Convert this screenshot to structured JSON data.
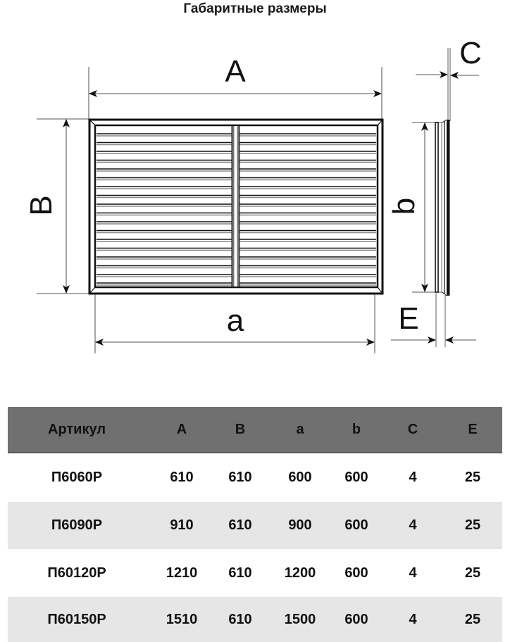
{
  "title": "Габаритные размеры",
  "diagram": {
    "front_view": {
      "labels": {
        "A": "A",
        "B": "B",
        "a": "a"
      },
      "louver_count": 18,
      "has_center_divider": true
    },
    "side_view": {
      "labels": {
        "b": "b",
        "C": "C",
        "E": "E"
      }
    }
  },
  "table": {
    "colors": {
      "header_bg": "#707070",
      "row_alt_bg": "#e6e6e6",
      "row_bg": "#ffffff"
    },
    "columns": [
      "Артикул",
      "A",
      "B",
      "a",
      "b",
      "C",
      "E"
    ],
    "rows": [
      [
        "П6060Р",
        "610",
        "610",
        "600",
        "600",
        "4",
        "25"
      ],
      [
        "П6090Р",
        "910",
        "610",
        "900",
        "600",
        "4",
        "25"
      ],
      [
        "П60120Р",
        "1210",
        "610",
        "1200",
        "600",
        "4",
        "25"
      ],
      [
        "П60150Р",
        "1510",
        "610",
        "1500",
        "600",
        "4",
        "25"
      ]
    ]
  }
}
